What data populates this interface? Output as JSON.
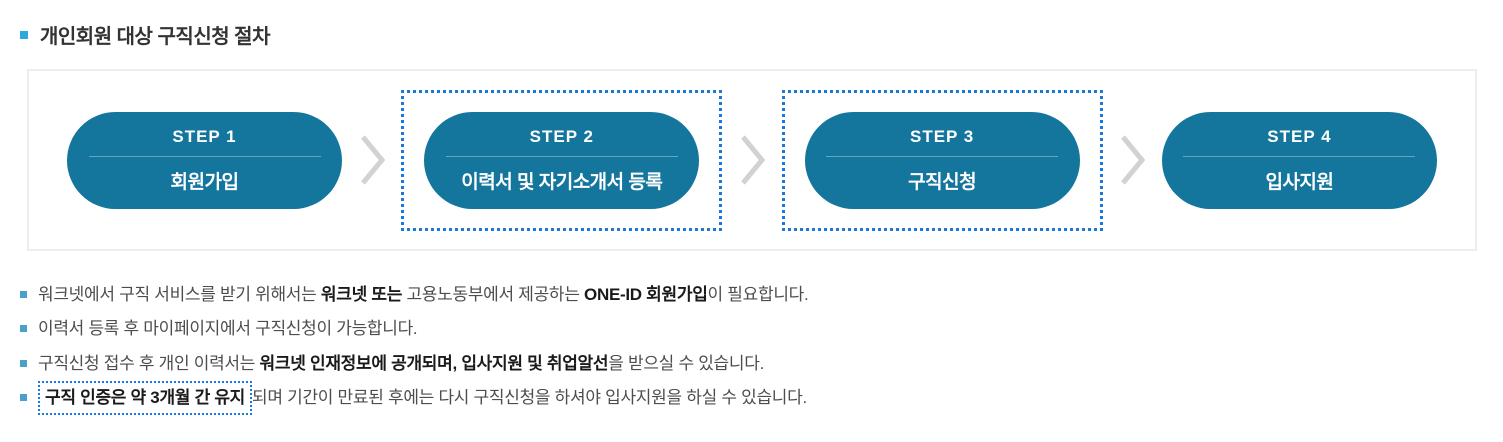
{
  "title": {
    "text": "개인회원 대상 구직신청 절차"
  },
  "steps": [
    {
      "label": "STEP 1",
      "name": "회원가입",
      "highlighted": false
    },
    {
      "label": "STEP 2",
      "name": "이력서 및 자기소개서 등록",
      "highlighted": true
    },
    {
      "label": "STEP 3",
      "name": "구직신청",
      "highlighted": true
    },
    {
      "label": "STEP 4",
      "name": "입사지원",
      "highlighted": false
    }
  ],
  "icons": {
    "step_arrow": "chevron-right"
  },
  "notes": [
    {
      "segments": [
        {
          "text": "워크넷에서 구직 서비스를 받기 위해서는 ",
          "bold": false
        },
        {
          "text": "워크넷 또는",
          "bold": true
        },
        {
          "text": " 고용노동부에서 제공하는 ",
          "bold": false
        },
        {
          "text": "ONE-ID 회원가입",
          "bold": true
        },
        {
          "text": "이 필요합니다.",
          "bold": false
        }
      ]
    },
    {
      "segments": [
        {
          "text": "이력서 등록 후 마이페이지에서 구직신청이 가능합니다.",
          "bold": false
        }
      ]
    },
    {
      "segments": [
        {
          "text": "구직신청 접수 후 개인 이력서는 ",
          "bold": false
        },
        {
          "text": "워크넷 인재정보에 공개되며, 입사지원 및 취업알선",
          "bold": true
        },
        {
          "text": "을 받으실 수 있습니다.",
          "bold": false
        }
      ]
    },
    {
      "segments": [
        {
          "text": "구직 인증은 약 3개월 간 유지",
          "bold": true,
          "boxed": true
        },
        {
          "text": "되며 기간이 만료된 후에는 다시 구직신청을 하셔야 입사지원을 하실 수 있습니다.",
          "bold": false
        }
      ]
    }
  ],
  "colors": {
    "step_pill": "#14759d",
    "highlight_border": "#1a78dc",
    "arrow": "#d2d2d2",
    "title_bullet": "#2ba9db",
    "note_bullet": "#4aa0c8",
    "panel_border": "#ededed"
  }
}
